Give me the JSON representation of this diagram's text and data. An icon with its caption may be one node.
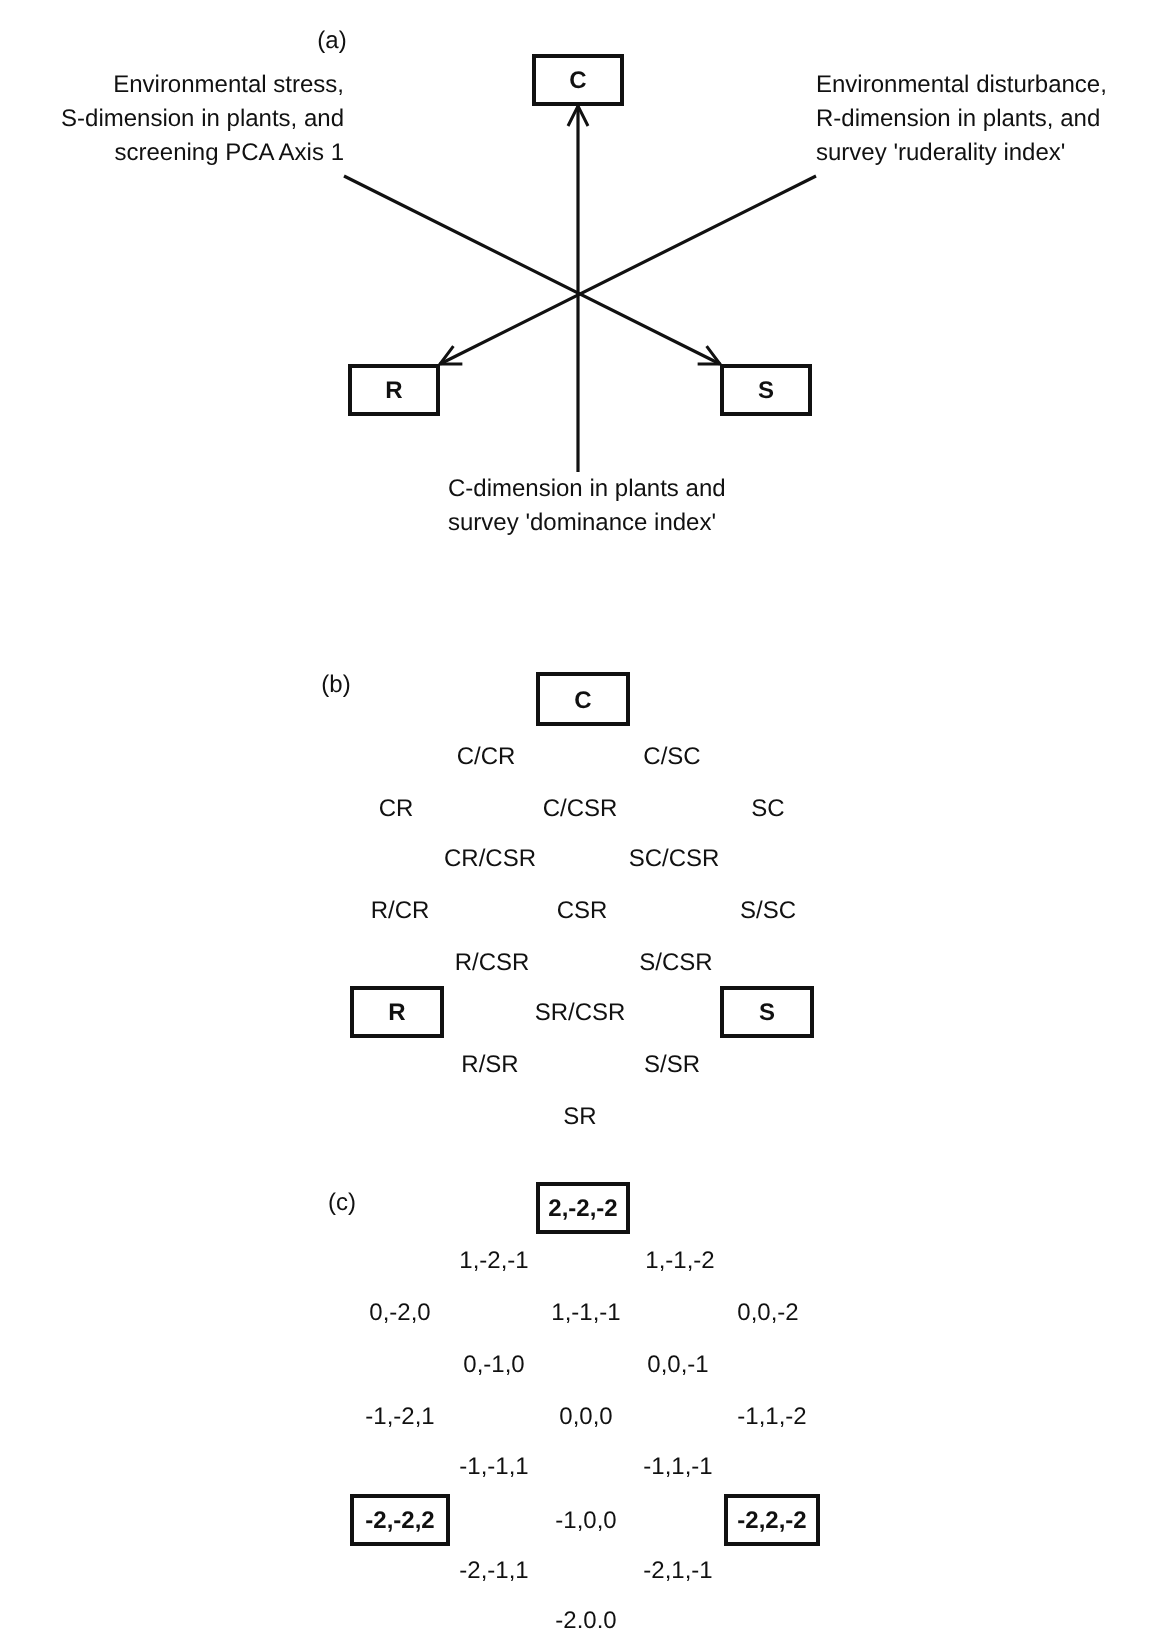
{
  "diagram": {
    "nodes": [
      {
        "text": [
          "Environmental stress, S-dimension in plants, and screening PCA Axis 1"
        ]
      },
      {
        "text": [
          "C"
        ]
      },
      {
        "text": [
          "Environmental disturbance, R-dimension in plants, and survey 'ruderality index'"
        ]
      },
      {
        "text": [
          "R"
        ]
      },
      {
        "text": [
          "S"
        ]
      },
      {
        "text": [
          "C-dimension in plants and survey 'dominance index'"
        ]
      },
      {
        "text": [
          "C"
        ]
      },
      {
        "text": [
          "R"
        ]
      },
      {
        "text": [
          "S"
        ]
      },
      {
        "text": [
          "2,-2,-2"
        ]
      },
      {
        "text": [
          "-2,-2,2"
        ]
      },
      {
        "text": [
          "-2,2,-2"
        ]
      }
    ],
    "edges": [
      {
        "from": 0,
        "to": 4,
        "arrow": "to"
      },
      {
        "from": 2,
        "to": 3,
        "arrow": "to"
      },
      {
        "from": 5,
        "to": 1,
        "arrow": "to"
      }
    ],
    "labels": [
      "(a)",
      "(b)",
      "C/CR",
      "C/SC",
      "CR",
      "C/CSR",
      "SC",
      "CR/CSR",
      "SC/CSR",
      "R/CR",
      "CSR",
      "S/SC",
      "R/CSR",
      "S/CSR",
      "SR/CSR",
      "R/SR",
      "S/SR",
      "SR",
      "(c)",
      "1,-2,-1",
      "1,-1,-2",
      "0,-2,0",
      "1,-1,-1",
      "0,0,-2",
      "0,-1,0",
      "0,0,-1",
      "-1,-2,1",
      "0,0,0",
      "-1,1,-2",
      "-1,-1,1",
      "-1,1,-1",
      "-1,0,0",
      "-2,-1,1",
      "-2,1,-1",
      "-2.0.0"
    ]
  }
}
